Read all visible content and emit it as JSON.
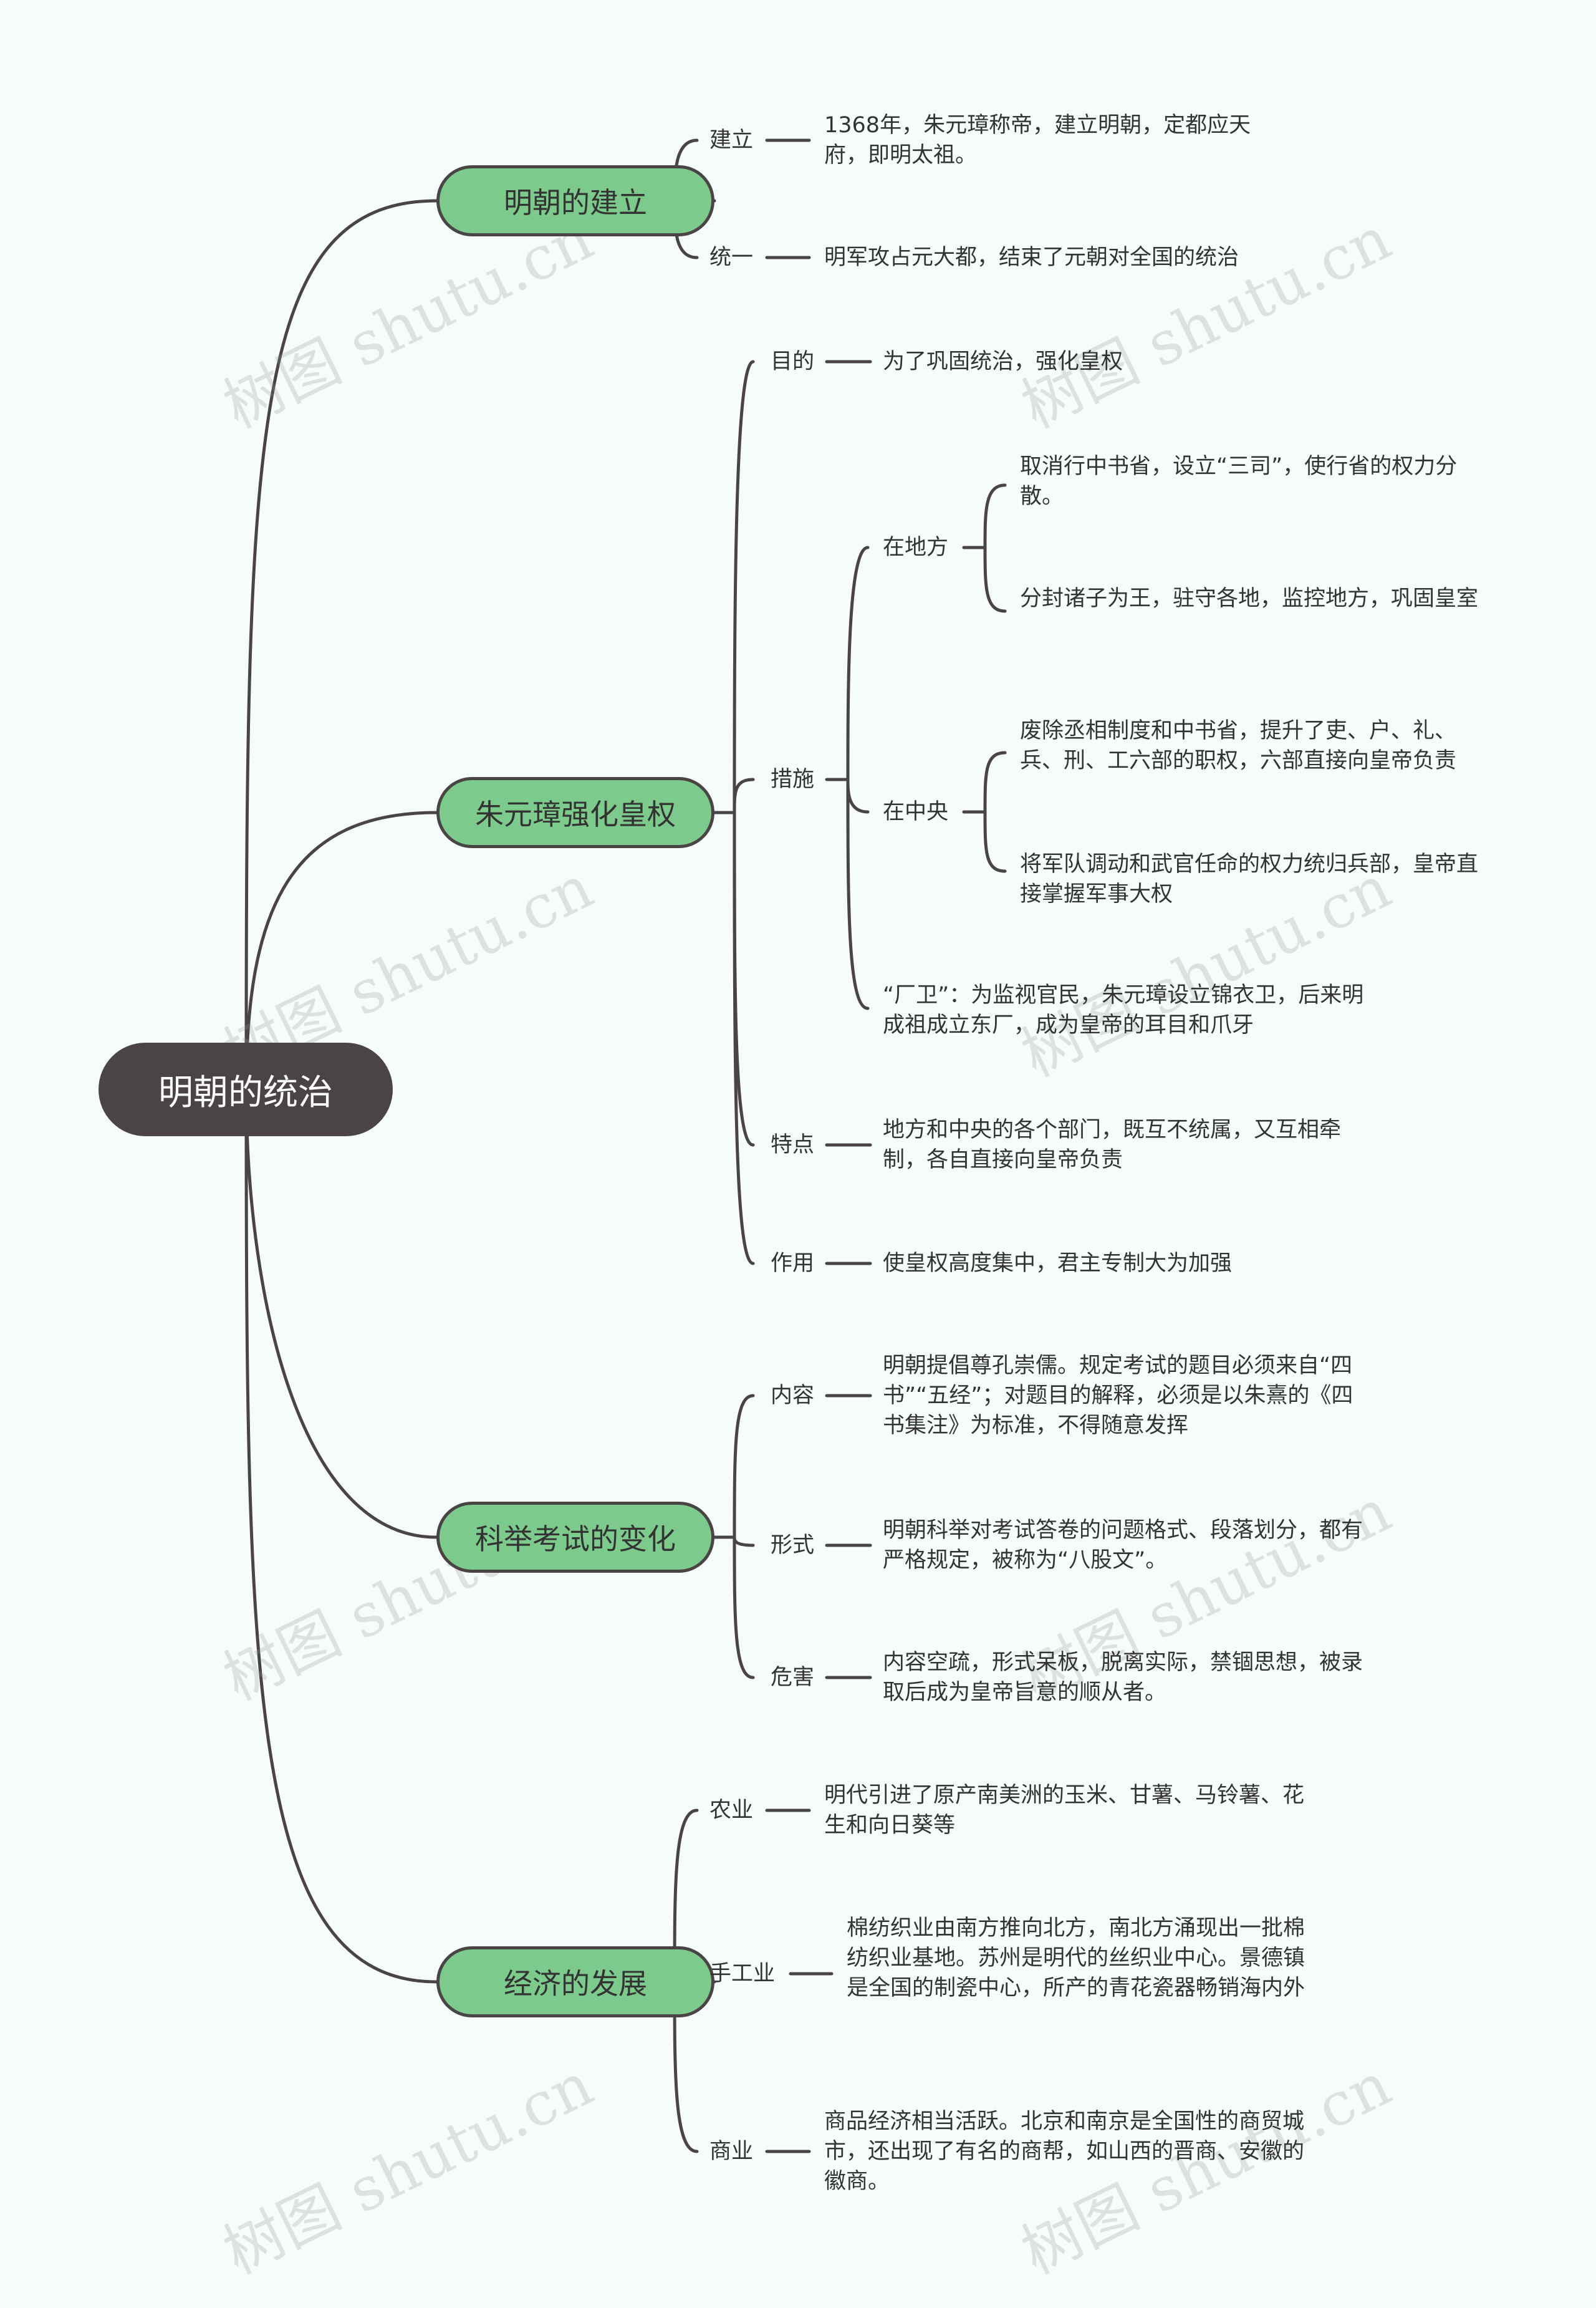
{
  "root": "明朝的统治",
  "branches": {
    "founding": {
      "title": "明朝的建立",
      "items": [
        {
          "label": "建立",
          "text": "1368年，朱元璋称帝，建立明朝，定都应天府，即明太祖。"
        },
        {
          "label": "统一",
          "text": "明军攻占元大都，结束了元朝对全国的统治"
        }
      ]
    },
    "power": {
      "title": "朱元璋强化皇权",
      "purpose": {
        "label": "目的",
        "text": "为了巩固统治，强化皇权"
      },
      "measures": {
        "label": "措施",
        "local": {
          "label": "在地方",
          "items": [
            "取消行中书省，设立“三司”，使行省的权力分散。",
            "分封诸子为王，驻守各地，监控地方，巩固皇室"
          ]
        },
        "central": {
          "label": "在中央",
          "items": [
            "废除丞相制度和中书省，提升了吏、户、礼、兵、刑、工六部的职权，六部直接向皇帝负责",
            "将军队调动和武官任命的权力统归兵部，皇帝直接掌握军事大权"
          ]
        },
        "guard": "“厂卫”：为监视官民，朱元璋设立锦衣卫，后来明成祖成立东厂，成为皇帝的耳目和爪牙"
      },
      "feature": {
        "label": "特点",
        "text": "地方和中央的各个部门，既互不统属，又互相牵制，各自直接向皇帝负责"
      },
      "effect": {
        "label": "作用",
        "text": "使皇权高度集中，君主专制大为加强"
      }
    },
    "exam": {
      "title": "科举考试的变化",
      "items": [
        {
          "label": "内容",
          "text": "明朝提倡尊孔崇儒。规定考试的题目必须来自“四书”“五经”；对题目的解释，必须是以朱熹的《四书集注》为标准，不得随意发挥"
        },
        {
          "label": "形式",
          "text": "明朝科举对考试答卷的问题格式、段落划分，都有严格规定，被称为“八股文”。"
        },
        {
          "label": "危害",
          "text": "内容空疏，形式呆板，脱离实际，禁锢思想，被录取后成为皇帝旨意的顺从者。"
        }
      ]
    },
    "economy": {
      "title": "经济的发展",
      "items": [
        {
          "label": "农业",
          "text": "明代引进了原产南美洲的玉米、甘薯、马铃薯、花生和向日葵等"
        },
        {
          "label": "手工业",
          "text": "棉纺织业由南方推向北方，南北方涌现出一批棉纺织业基地。苏州是明代的丝织业中心。景德镇是全国的制瓷中心，所产的青花瓷器畅销海内外"
        },
        {
          "label": "商业",
          "text": "商品经济相当活跃。北京和南京是全国性的商贸城市，还出现了有名的商帮，如山西的晋商、安徽的徽商。"
        }
      ]
    }
  },
  "watermark": "树图 shutu.cn",
  "colors": {
    "root": "#4b4444",
    "branch": "#7ccb8c",
    "line": "#4b4444",
    "background": "#f6fcfb"
  }
}
